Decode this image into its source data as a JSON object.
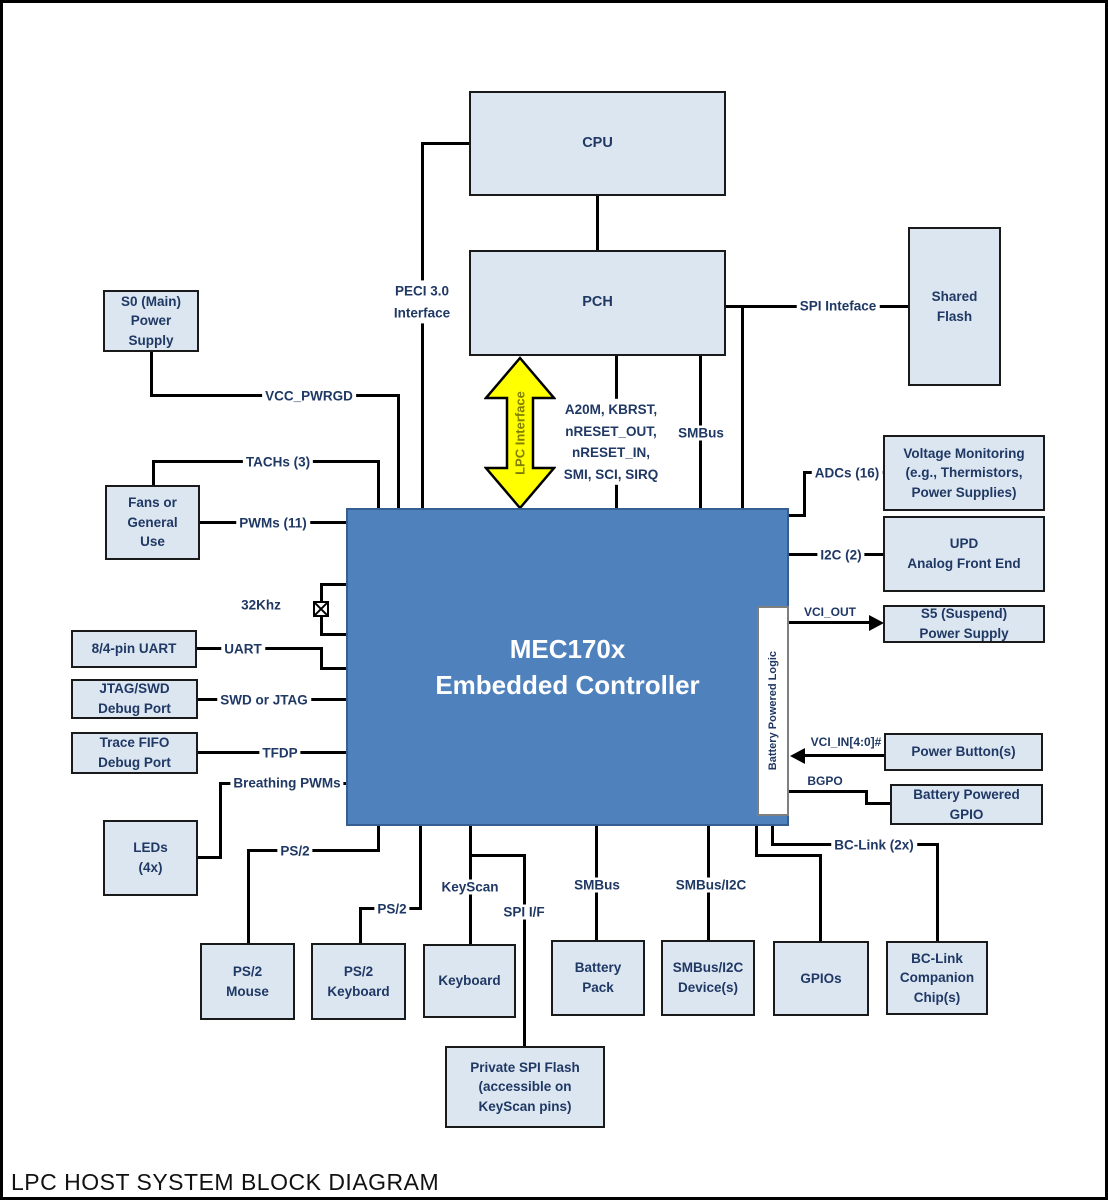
{
  "page": {
    "title": "LPC HOST SYSTEM BLOCK DIAGRAM"
  },
  "colors": {
    "box_fill": "#DCE6F1",
    "box_border": "#1A1A1A",
    "ec_fill": "#4F81BD",
    "label_text": "#1F3864",
    "lpc_arrow_fill": "#FFFF00",
    "lpc_arrow_text": "#7F7F00",
    "line": "#000000"
  },
  "ec": {
    "name": "MEC170x",
    "subtitle": "Embedded Controller",
    "strip": "Battery Powered Logic"
  },
  "boxes": {
    "cpu": [
      "CPU"
    ],
    "pch": [
      "PCH"
    ],
    "shared_flash": [
      "Shared",
      "Flash"
    ],
    "s0_power": [
      "S0 (Main)",
      "Power",
      "Supply"
    ],
    "fans": [
      "Fans or",
      "General",
      "Use"
    ],
    "uart_8_4": [
      "8/4-pin UART"
    ],
    "jtag_swd": [
      "JTAG/SWD",
      "Debug Port"
    ],
    "trace_fifo": [
      "Trace FIFO",
      "Debug Port"
    ],
    "leds": [
      "LEDs",
      "(4x)"
    ],
    "voltage_monitoring": [
      "Voltage Monitoring",
      "(e.g., Thermistors,",
      "Power Supplies)"
    ],
    "upd_afe": [
      "UPD",
      "Analog Front End"
    ],
    "s5_power": [
      "S5 (Suspend)",
      "Power Supply"
    ],
    "power_buttons": [
      "Power Button(s)"
    ],
    "battery_gpio": [
      "Battery Powered",
      "GPIO"
    ],
    "ps2_mouse": [
      "PS/2",
      "Mouse"
    ],
    "ps2_keyboard": [
      "PS/2",
      "Keyboard"
    ],
    "keyboard": [
      "Keyboard"
    ],
    "battery_pack": [
      "Battery",
      "Pack"
    ],
    "smbus_devices": [
      "SMBus/I2C",
      "Device(s)"
    ],
    "gpios": [
      "GPIOs"
    ],
    "bclink_chips": [
      "BC-Link",
      "Companion",
      "Chip(s)"
    ],
    "private_spi_flash": [
      "Private SPI Flash",
      "(accessible on",
      "KeyScan pins)"
    ]
  },
  "labels": {
    "peci": [
      "PECI 3.0",
      "Interface"
    ],
    "lpc": "LPC Interface",
    "signals": [
      "A20M, KBRST,",
      "nRESET_OUT,",
      "nRESET_IN,",
      "SMI, SCI, SIRQ"
    ],
    "smbus_mid": "SMBus",
    "spi_inteface": "SPI Inteface",
    "vcc_pwrgd": "VCC_PWRGD",
    "tachs": "TACHs (3)",
    "pwms": "PWMs (11)",
    "khz32": "32Khz",
    "uart": "UART",
    "swd_jtag": "SWD or JTAG",
    "tfdp": "TFDP",
    "breathing_pwms": "Breathing PWMs",
    "ps2_a": "PS/2",
    "ps2_b": "PS/2",
    "keyscan": "KeyScan",
    "spi_if": "SPI I/F",
    "smbus_bottom": "SMBus",
    "smbus_i2c_bottom": "SMBus/I2C",
    "bclink_2x": "BC-Link (2x)",
    "adcs": "ADCs (16)",
    "i2c_2": "I2C (2)",
    "vci_out": "VCI_OUT",
    "vci_in": "VCI_IN[4:0]#",
    "bgpo": "BGPO"
  }
}
